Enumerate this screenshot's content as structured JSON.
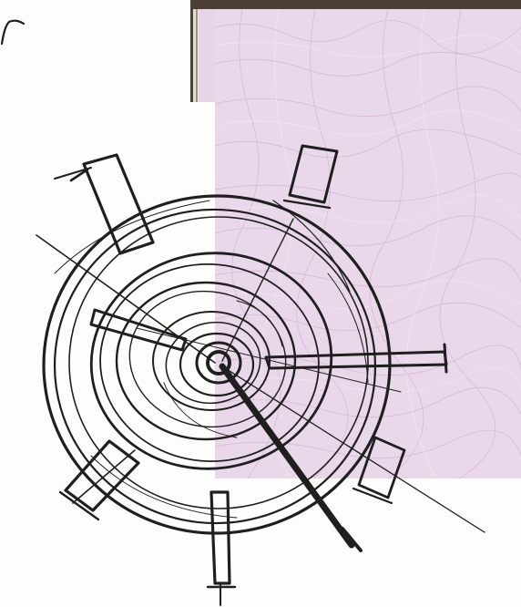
{
  "scene": {
    "description_tags": [
      "pencil-sketch",
      "leather-texture",
      "striped-border"
    ],
    "colors": {
      "paper": "#fdfdfc",
      "leather": "#e9d7ea",
      "leather_crease": "#d6bfd8",
      "stripe_dark": "#4c4036",
      "stripe_light": "#efe8de",
      "pencil": "#1d1d1d"
    },
    "icons": [
      "compass-rose-sketch-icon",
      "corner-mark-icon"
    ]
  }
}
